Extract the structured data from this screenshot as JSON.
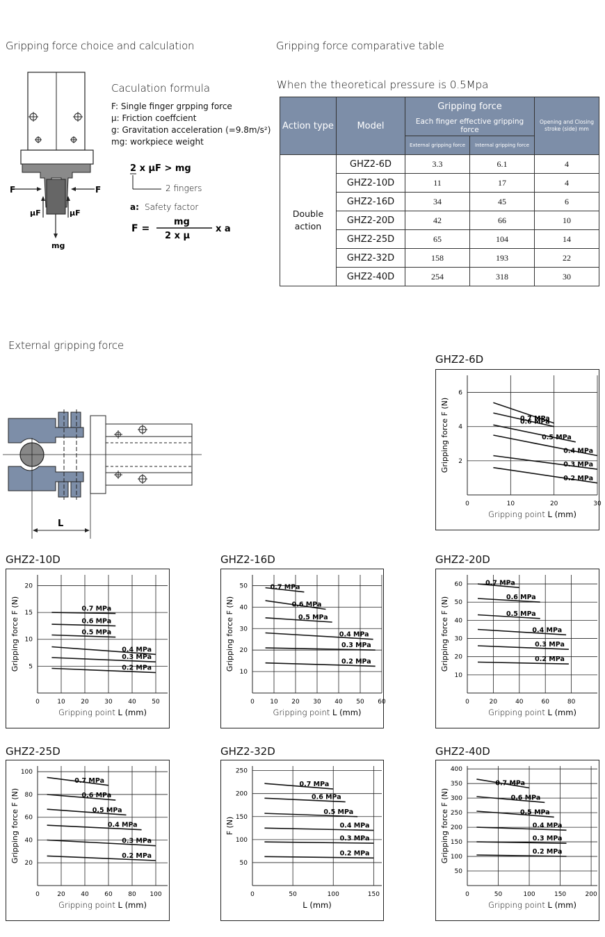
{
  "headings": {
    "choice": "Gripping force choice and calculation",
    "comparative": "Gripping force comparative table",
    "external": "External gripping force"
  },
  "formula": {
    "title": "Caculation formula",
    "lines": [
      "F: Single finger grpping force",
      "μ: Friction coeffcient",
      "g: Gravitation acceleration (=9.8m/s²)",
      "mg: workpiece weight"
    ],
    "eq1": "2 x μF > mg",
    "two": "2",
    "fingers": "2 fingers",
    "safety_key": "a:",
    "safety": "Safety factor",
    "F": "F =",
    "num": "mg",
    "den": "2 x μ",
    "xa": "x a",
    "diagram_F": "F",
    "diagram_mu": "μF",
    "diagram_mg": "mg",
    "diagram_L": "L"
  },
  "table": {
    "condition": "When the theoretical pressure is 0.5Mpa",
    "h_action": "Action type",
    "h_model": "Model",
    "h_force": "Gripping force",
    "h_each": "Each finger effective gripping force",
    "h_stroke": "Opening and Closing stroke (side) mm",
    "h_ext": "External gripping force",
    "h_int": "Internal gripping force",
    "action": "Double action",
    "rows": [
      {
        "model": "GHZ2-6D",
        "ext": "3.3",
        "int": "6.1",
        "stroke": "4"
      },
      {
        "model": "GHZ2-10D",
        "ext": "11",
        "int": "17",
        "stroke": "4"
      },
      {
        "model": "GHZ2-16D",
        "ext": "34",
        "int": "45",
        "stroke": "6"
      },
      {
        "model": "GHZ2-20D",
        "ext": "42",
        "int": "66",
        "stroke": "10"
      },
      {
        "model": "GHZ2-25D",
        "ext": "65",
        "int": "104",
        "stroke": "14"
      },
      {
        "model": "GHZ2-32D",
        "ext": "158",
        "int": "193",
        "stroke": "22"
      },
      {
        "model": "GHZ2-40D",
        "ext": "254",
        "int": "318",
        "stroke": "30"
      }
    ]
  },
  "chart_data": [
    {
      "type": "line",
      "title": "GHZ2-6D",
      "xlabel": "Gripping point",
      "xunit": "L (mm)",
      "ylabel": "Gripping force F (N)",
      "xlim": [
        0,
        30
      ],
      "ylim": [
        0,
        7
      ],
      "xticks": [
        10,
        20,
        30
      ],
      "yticks": [
        2,
        4,
        6
      ],
      "grid": true,
      "series": [
        {
          "name": "0.7 MPa",
          "x": [
            6,
            20
          ],
          "y": [
            5.4,
            4.2
          ]
        },
        {
          "name": "0.6 MPa",
          "x": [
            6,
            20
          ],
          "y": [
            4.8,
            4.0
          ]
        },
        {
          "name": "0.5 MPa",
          "x": [
            6,
            25
          ],
          "y": [
            4.1,
            3.1
          ]
        },
        {
          "name": "0.4 MPa",
          "x": [
            6,
            30
          ],
          "y": [
            3.5,
            2.3
          ]
        },
        {
          "name": "0.3 MPa",
          "x": [
            6,
            30
          ],
          "y": [
            2.3,
            1.5
          ]
        },
        {
          "name": "0.2 MPa",
          "x": [
            6,
            30
          ],
          "y": [
            1.6,
            0.7
          ]
        }
      ]
    },
    {
      "type": "line",
      "title": "GHZ2-10D",
      "xlabel": "Gripping point",
      "xunit": "L (mm)",
      "ylabel": "Gripping force F (N)",
      "xlim": [
        0,
        55
      ],
      "ylim": [
        0,
        22
      ],
      "xticks": [
        10,
        20,
        30,
        40,
        50
      ],
      "yticks": [
        5,
        10,
        15,
        20
      ],
      "grid": true,
      "series": [
        {
          "name": "0.7 MPa",
          "x": [
            6,
            33
          ],
          "y": [
            15.0,
            14.8
          ]
        },
        {
          "name": "0.6 MPa",
          "x": [
            6,
            33
          ],
          "y": [
            12.8,
            12.5
          ]
        },
        {
          "name": "0.5 MPa",
          "x": [
            6,
            33
          ],
          "y": [
            10.8,
            10.4
          ]
        },
        {
          "name": "0.4 MPa",
          "x": [
            6,
            50
          ],
          "y": [
            8.6,
            7.2
          ]
        },
        {
          "name": "0.3 MPa",
          "x": [
            6,
            50
          ],
          "y": [
            6.6,
            5.8
          ]
        },
        {
          "name": "0.2 MPa",
          "x": [
            6,
            50
          ],
          "y": [
            4.6,
            3.8
          ]
        }
      ]
    },
    {
      "type": "line",
      "title": "GHZ2-16D",
      "xlabel": "Gripping point",
      "xunit": "L (mm)",
      "ylabel": "Gripping force F (N)",
      "xlim": [
        0,
        60
      ],
      "ylim": [
        0,
        55
      ],
      "xticks": [
        10,
        20,
        30,
        40,
        50,
        60
      ],
      "yticks": [
        10,
        20,
        30,
        40,
        50
      ],
      "grid": true,
      "series": [
        {
          "name": "0.7 MPa",
          "x": [
            6,
            24
          ],
          "y": [
            49,
            47
          ]
        },
        {
          "name": "0.6 MPa",
          "x": [
            6,
            34
          ],
          "y": [
            43,
            39
          ]
        },
        {
          "name": "0.5 MPa",
          "x": [
            6,
            37
          ],
          "y": [
            35,
            33
          ]
        },
        {
          "name": "0.4 MPa",
          "x": [
            6,
            56
          ],
          "y": [
            28,
            25
          ]
        },
        {
          "name": "0.3 MPa",
          "x": [
            6,
            57
          ],
          "y": [
            21,
            20
          ]
        },
        {
          "name": "0.2 MPa",
          "x": [
            6,
            57
          ],
          "y": [
            14,
            12.5
          ]
        }
      ]
    },
    {
      "type": "line",
      "title": "GHZ2-20D",
      "xlabel": "Gripping point",
      "xunit": "L (mm)",
      "ylabel": "Gripping force F (N)",
      "xlim": [
        0,
        100
      ],
      "ylim": [
        0,
        65
      ],
      "xticks": [
        20,
        40,
        60,
        80
      ],
      "yticks": [
        10,
        20,
        30,
        40,
        50,
        60
      ],
      "grid": true,
      "series": [
        {
          "name": "0.7 MPa",
          "x": [
            8,
            40
          ],
          "y": [
            60,
            58
          ]
        },
        {
          "name": "0.6 MPa",
          "x": [
            8,
            56
          ],
          "y": [
            52,
            50
          ]
        },
        {
          "name": "0.5 MPa",
          "x": [
            8,
            56
          ],
          "y": [
            43,
            41
          ]
        },
        {
          "name": "0.4 MPa",
          "x": [
            8,
            76
          ],
          "y": [
            35,
            32
          ]
        },
        {
          "name": "0.3 MPa",
          "x": [
            8,
            78
          ],
          "y": [
            26,
            24
          ]
        },
        {
          "name": "0.2 MPa",
          "x": [
            8,
            78
          ],
          "y": [
            17,
            16
          ]
        }
      ]
    },
    {
      "type": "line",
      "title": "GHZ2-25D",
      "xlabel": "Gripping point",
      "xunit": "L (mm)",
      "ylabel": "Gripping force F (N)",
      "xlim": [
        0,
        110
      ],
      "ylim": [
        0,
        105
      ],
      "xticks": [
        20,
        40,
        60,
        80,
        100
      ],
      "yticks": [
        20,
        40,
        60,
        80,
        100
      ],
      "grid": true,
      "series": [
        {
          "name": "0.7 MPa",
          "x": [
            8,
            60
          ],
          "y": [
            95,
            88
          ]
        },
        {
          "name": "0.6 MPa",
          "x": [
            8,
            66
          ],
          "y": [
            80,
            75
          ]
        },
        {
          "name": "0.5 MPa",
          "x": [
            8,
            75
          ],
          "y": [
            67,
            62
          ]
        },
        {
          "name": "0.4 MPa",
          "x": [
            8,
            88
          ],
          "y": [
            53,
            49
          ]
        },
        {
          "name": "0.3 MPa",
          "x": [
            8,
            100
          ],
          "y": [
            40,
            35
          ]
        },
        {
          "name": "0.2 MPa",
          "x": [
            8,
            100
          ],
          "y": [
            26,
            22
          ]
        }
      ]
    },
    {
      "type": "line",
      "title": "GHZ2-32D",
      "xlabel": "",
      "xunit": "L (mm)",
      "ylabel": "F (N)",
      "xlim": [
        0,
        160
      ],
      "ylim": [
        0,
        260
      ],
      "xticks": [
        50,
        100,
        150
      ],
      "yticks": [
        50,
        100,
        150,
        200,
        250
      ],
      "grid": true,
      "series": [
        {
          "name": "0.7 MPa",
          "x": [
            15,
            100
          ],
          "y": [
            222,
            210
          ]
        },
        {
          "name": "0.6 MPa",
          "x": [
            15,
            115
          ],
          "y": [
            190,
            182
          ]
        },
        {
          "name": "0.5 MPa",
          "x": [
            15,
            130
          ],
          "y": [
            157,
            150
          ]
        },
        {
          "name": "0.4 MPa",
          "x": [
            15,
            150
          ],
          "y": [
            125,
            120
          ]
        },
        {
          "name": "0.3 MPa",
          "x": [
            15,
            150
          ],
          "y": [
            95,
            92
          ]
        },
        {
          "name": "0.2 MPa",
          "x": [
            15,
            150
          ],
          "y": [
            63,
            60
          ]
        }
      ]
    },
    {
      "type": "line",
      "title": "GHZ2-40D",
      "xlabel": "Gripping point",
      "xunit": "L (mm)",
      "ylabel": "Gripping force F (N)",
      "xlim": [
        0,
        210
      ],
      "ylim": [
        0,
        410
      ],
      "xticks": [
        50,
        100,
        150,
        200
      ],
      "yticks": [
        50,
        100,
        150,
        200,
        250,
        300,
        350,
        400
      ],
      "grid": true,
      "series": [
        {
          "name": "0.7 MPa",
          "x": [
            15,
            100
          ],
          "y": [
            365,
            335
          ]
        },
        {
          "name": "0.6 MPa",
          "x": [
            15,
            125
          ],
          "y": [
            305,
            285
          ]
        },
        {
          "name": "0.5 MPa",
          "x": [
            15,
            140
          ],
          "y": [
            255,
            235
          ]
        },
        {
          "name": "0.4 MPa",
          "x": [
            15,
            160
          ],
          "y": [
            200,
            190
          ]
        },
        {
          "name": "0.3 MPa",
          "x": [
            15,
            160
          ],
          "y": [
            150,
            145
          ]
        },
        {
          "name": "0.2 MPa",
          "x": [
            15,
            160
          ],
          "y": [
            105,
            100
          ]
        }
      ]
    }
  ]
}
